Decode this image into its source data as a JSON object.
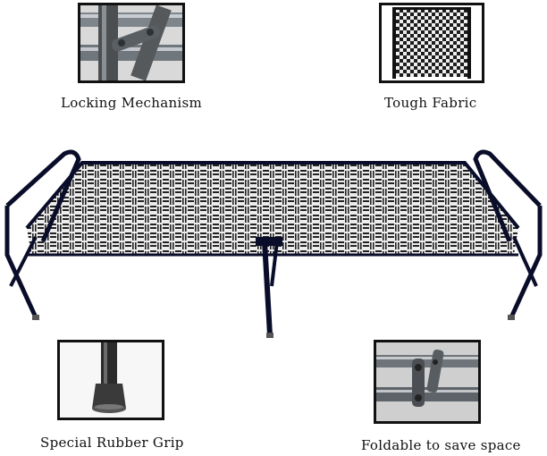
{
  "features": [
    {
      "id": "lock",
      "caption": "Locking Mechanism"
    },
    {
      "id": "fabric",
      "caption": "Tough Fabric"
    },
    {
      "id": "grip",
      "caption": "Special Rubber Grip"
    },
    {
      "id": "fold",
      "caption": "Foldable to save space"
    }
  ],
  "colors": {
    "frame": "#0a0d2a",
    "fabric_dark": "#2a2a2a",
    "fabric_light": "#eaeaea",
    "metal": "#9aa0a6",
    "inset_border": "#111111"
  },
  "icons": {
    "lock": "locking-mechanism-photo",
    "fabric": "tough-fabric-photo",
    "grip": "rubber-grip-photo",
    "fold": "folding-hinge-photo"
  }
}
